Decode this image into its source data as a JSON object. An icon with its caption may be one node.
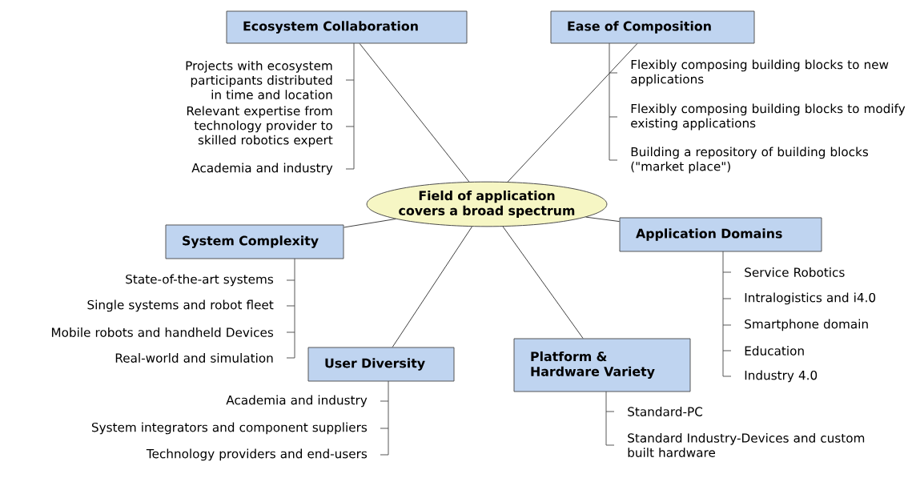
{
  "diagram": {
    "nodes": [
      {
        "text": [
          "Field of application covers a broad spectrum"
        ]
      },
      {
        "text": [
          "Ecosystem Collaboration"
        ],
        "beside": [
          "Projects with ecosystem participants distributed in time and location",
          "Relevant expertise from technology provider to skilled robotics expert",
          "Academia and industry"
        ]
      },
      {
        "text": [
          "Ease of Composition"
        ],
        "beside": [
          "Flexibly composing building blocks to new applications",
          "Flexibly composing building blocks to modify existing applications",
          "Building a repository of building blocks (\"market place\")"
        ]
      },
      {
        "text": [
          "System Complexity"
        ],
        "beside": [
          "State-of-the-art systems",
          "Single systems and robot fleet",
          "Mobile robots and handheld Devices",
          "Real-world and simulation"
        ]
      },
      {
        "text": [
          "Application Domains"
        ],
        "beside": [
          "Service Robotics",
          "Intralogistics and i4.0",
          "Smartphone domain",
          "Education",
          "Industry 4.0"
        ]
      },
      {
        "text": [
          "User Diversity"
        ],
        "beside": [
          "Academia and industry",
          "System integrators and component suppliers",
          "Technology providers and end-users"
        ]
      },
      {
        "text": [
          "Platform & Hardware Variety"
        ],
        "beside": [
          "Standard-PC",
          "Standard Industry-Devices and custom built hardware"
        ]
      }
    ],
    "edges": [
      {
        "from": 0,
        "to": 1,
        "arrow": "none"
      },
      {
        "from": 0,
        "to": 2,
        "arrow": "none"
      },
      {
        "from": 0,
        "to": 3,
        "arrow": "none"
      },
      {
        "from": 0,
        "to": 4,
        "arrow": "none"
      },
      {
        "from": 0,
        "to": 5,
        "arrow": "none"
      },
      {
        "from": 0,
        "to": 6,
        "arrow": "none"
      }
    ]
  }
}
